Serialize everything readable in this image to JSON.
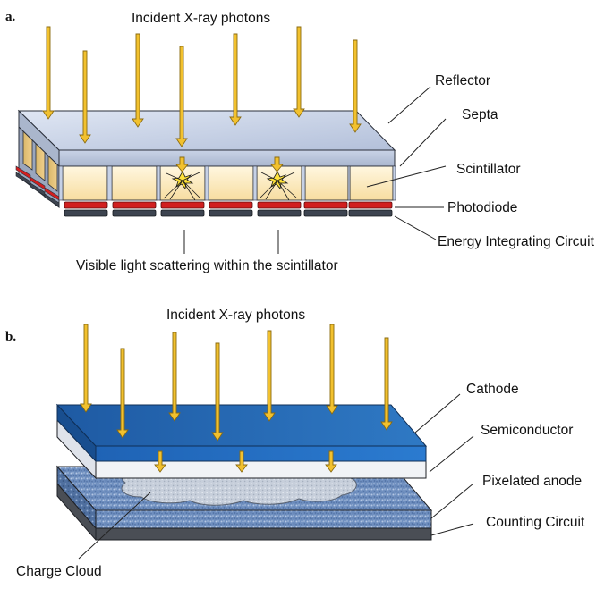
{
  "panel_a": {
    "panel_label": "a.",
    "title": "Incident X-ray photons",
    "labels": {
      "reflector": "Reflector",
      "septa": "Septa",
      "scintillator": "Scintillator",
      "photodiode": "Photodiode",
      "circuit": "Energy Integrating Circuit",
      "scatter": "Visible light scattering within the scintillator"
    }
  },
  "panel_b": {
    "panel_label": "b.",
    "title": "Incident X-ray photons",
    "labels": {
      "cathode": "Cathode",
      "semiconductor": "Semiconductor",
      "anode": "Pixelated anode",
      "circuit": "Counting Circuit",
      "charge_cloud": "Charge Cloud"
    }
  },
  "colors": {
    "arrow_fill": "#f2c12e",
    "arrow_edge": "#8a6a10",
    "reflector_top": "#c6d1e6",
    "scintillator": "#fdeec8",
    "photodiode": "#d11f1f",
    "circuit": "#3d4450",
    "cathode": "#1f5faa",
    "semiconductor": "#f1f3f6",
    "anode": "#6f8fbf",
    "counting": "#4a4e55"
  }
}
